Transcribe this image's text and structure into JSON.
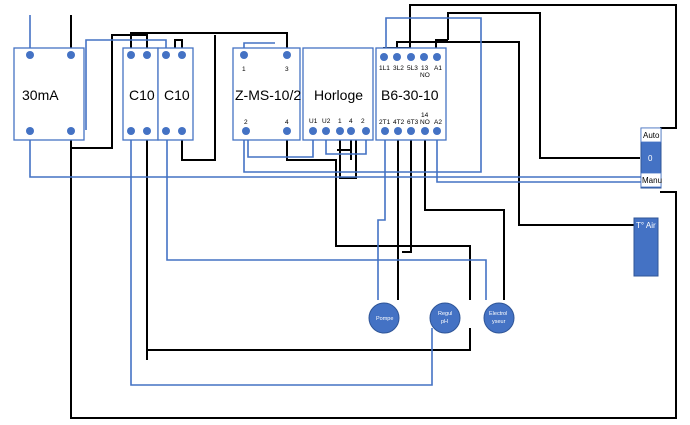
{
  "modules": {
    "rcd": "30mA",
    "breaker_1": "C10",
    "breaker_2": "C10",
    "zms": "Z-MS-10/2",
    "horloge": "Horloge",
    "contactor": "B6-30-10"
  },
  "zms_terminals": [
    "1",
    "3",
    "2",
    "4"
  ],
  "horloge_terminals": [
    "U1",
    "U2",
    "1",
    "4",
    "2"
  ],
  "contactor_top": [
    "1L1",
    "3L2",
    "5L3",
    "13",
    "NO",
    "A1"
  ],
  "contactor_bottom": [
    "2T1",
    "4T2",
    "6T3",
    "14",
    "NO",
    "A2"
  ],
  "selector": {
    "auto": "Auto",
    "zero": "0",
    "manu": "Manu"
  },
  "sensor": {
    "label": "T° Air"
  },
  "loads": {
    "pompe": "Pompe",
    "regul_line1": "Regul",
    "regul_line2": "pH",
    "electrolyseur_line1": "Electrol",
    "electrolyseur_line2": "yseur"
  },
  "colors": {
    "wire_black": "#000000",
    "wire_blue": "#4472c4",
    "component": "#4472c4"
  }
}
